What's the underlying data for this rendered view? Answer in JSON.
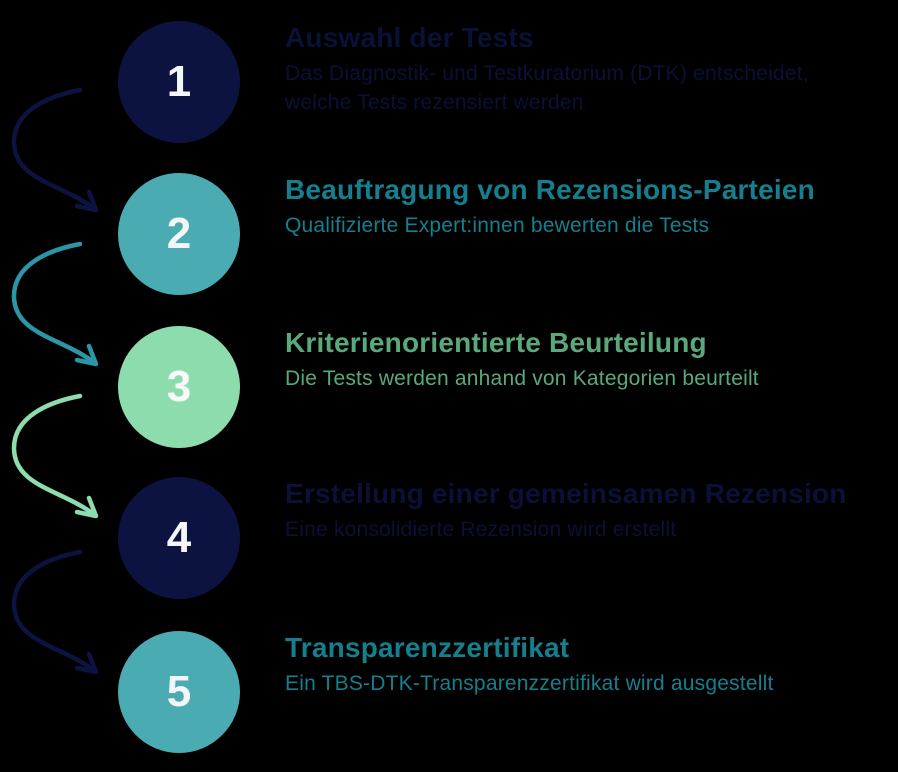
{
  "canvas": {
    "background_color": "#000000"
  },
  "steps": [
    {
      "number": "1",
      "title": "Auswahl der Tests",
      "description": "Das Diagnostik- und Testkuratorium (DTK) entscheidet,\nwelche Tests rezensiert werden",
      "circle_color": "#0d1340",
      "number_color": "#f4f5f6",
      "text_color": "#0a1036"
    },
    {
      "number": "2",
      "title": "Beauftragung von Rezensions-Parteien",
      "description": "Qualifizierte Expert:innen bewerten die Tests",
      "circle_color": "#4aacb2",
      "number_color": "#f4f5f6",
      "text_color": "#157f8d"
    },
    {
      "number": "3",
      "title": "Kriterienorientierte Beurteilung",
      "description": "Die Tests werden anhand von Kategorien beurteilt",
      "circle_color": "#8cdcae",
      "number_color": "#f7f8f8",
      "text_color": "#59a97d"
    },
    {
      "number": "4",
      "title": "Erstellung einer gemeinsamen Rezension",
      "description": "Eine konsolidierte Rezension wird erstellt",
      "circle_color": "#0d1340",
      "number_color": "#f4f5f6",
      "text_color": "#0a1036"
    },
    {
      "number": "5",
      "title": "Transparenzzertifikat",
      "description": "Ein TBS-DTK-Transparenzzertifikat wird ausgestellt",
      "circle_color": "#4aacb2",
      "number_color": "#f4f5f6",
      "text_color": "#157f8d"
    }
  ],
  "arrows": [
    {
      "from": "1",
      "to": "2",
      "color": "#0d1340"
    },
    {
      "from": "2",
      "to": "3",
      "color": "#2b96a5"
    },
    {
      "from": "3",
      "to": "4",
      "color": "#8cdcae"
    },
    {
      "from": "4",
      "to": "5",
      "color": "#0d1340"
    }
  ]
}
